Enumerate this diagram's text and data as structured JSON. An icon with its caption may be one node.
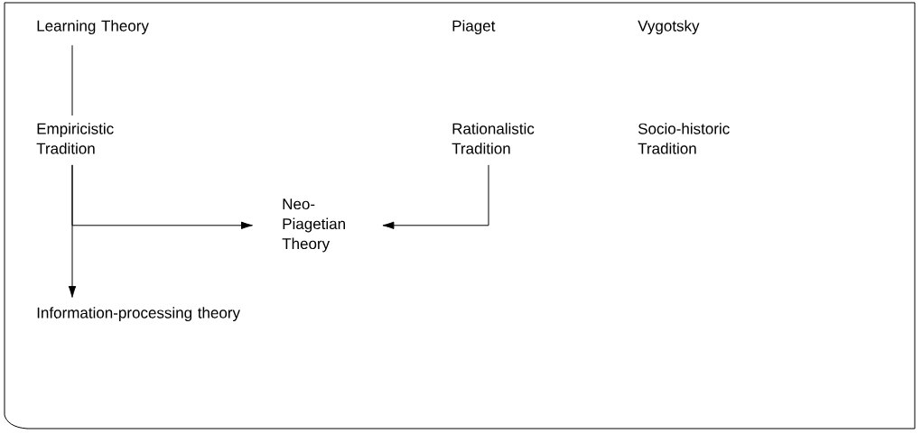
{
  "diagram": {
    "nodes": [
      {
        "text": [
          "Learning Theory"
        ]
      },
      {
        "text": [
          "Empiricistic Tradition"
        ]
      },
      {
        "text": [
          "Information-processing theory"
        ]
      },
      {
        "text": [
          "Neo-Piagetian Theory"
        ]
      },
      {
        "text": [
          "Piaget"
        ]
      },
      {
        "text": [
          "Rationalistic Tradition"
        ]
      },
      {
        "text": [
          "Vygotsky"
        ]
      },
      {
        "text": [
          "Socio-historic Tradition"
        ]
      }
    ],
    "edges": [
      {
        "from": 0,
        "to": 1,
        "arrow": "none"
      },
      {
        "from": 1,
        "to": 2,
        "arrow": "to"
      },
      {
        "from": 1,
        "to": 3,
        "arrow": "to"
      },
      {
        "from": 5,
        "to": 3,
        "arrow": "to"
      }
    ]
  }
}
